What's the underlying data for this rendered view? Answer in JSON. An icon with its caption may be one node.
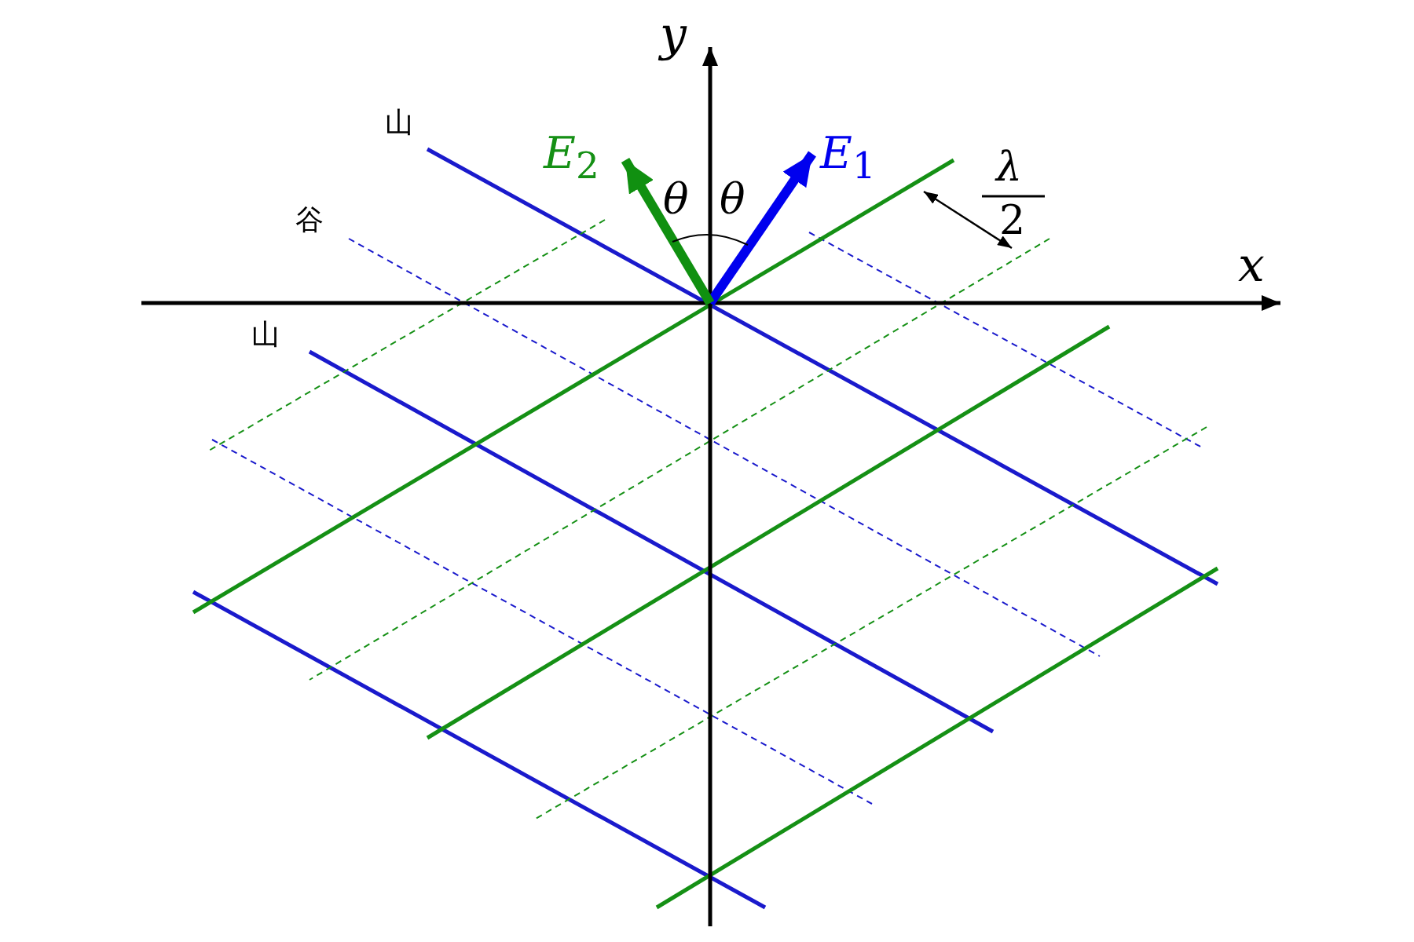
{
  "diagram": {
    "labels": [
      "y",
      "山",
      "*E*$_{2}$",
      "*E*$_{1}$",
      "θ",
      "θ",
      "λ",
      "2",
      "谷",
      "x",
      "山"
    ]
  }
}
